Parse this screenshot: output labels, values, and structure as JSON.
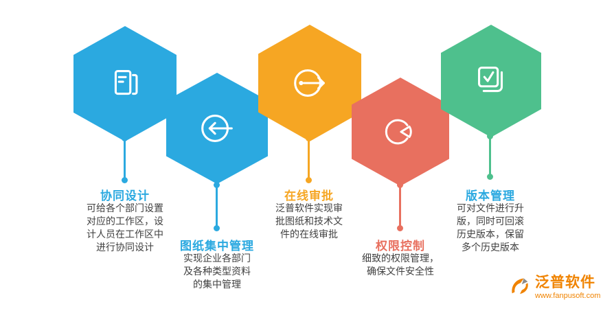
{
  "page": {
    "background": "#FFFFFF"
  },
  "features": [
    {
      "title": "协同设计",
      "description": "可给各个部门设置对应的工作区，设计人员在工作区中进行协同设计",
      "color": "#2BA9E0",
      "title_color": "#2BA9E0",
      "icon": "documents-icon",
      "row": "top"
    },
    {
      "title": "图纸集中管理",
      "description": "实现企业各部门及各种类型资料的集中管理",
      "color": "#2BA9E0",
      "title_color": "#2BA9E0",
      "icon": "arrow-left-circle-icon",
      "row": "bottom"
    },
    {
      "title": "在线审批",
      "description": "泛普软件实现审批图纸和技术文件的在线审批",
      "color": "#F6A623",
      "title_color": "#F6A623",
      "icon": "arrow-right-circle-icon",
      "row": "top"
    },
    {
      "title": "权限控制",
      "description": "细致的权限管理，确保文件安全性",
      "color": "#E8705F",
      "title_color": "#E8705F",
      "icon": "pie-slice-icon",
      "row": "bottom"
    },
    {
      "title": "版本管理",
      "description": "可对文件进行升版，同时可回滚历史版本，保留多个历史版本",
      "color": "#4EC08D",
      "title_color": "#2BA9E0",
      "icon": "checkbox-icon",
      "row": "top"
    }
  ],
  "logo": {
    "name": "泛普软件",
    "url": "www.fanpusoft.com",
    "color": "#F08300"
  }
}
